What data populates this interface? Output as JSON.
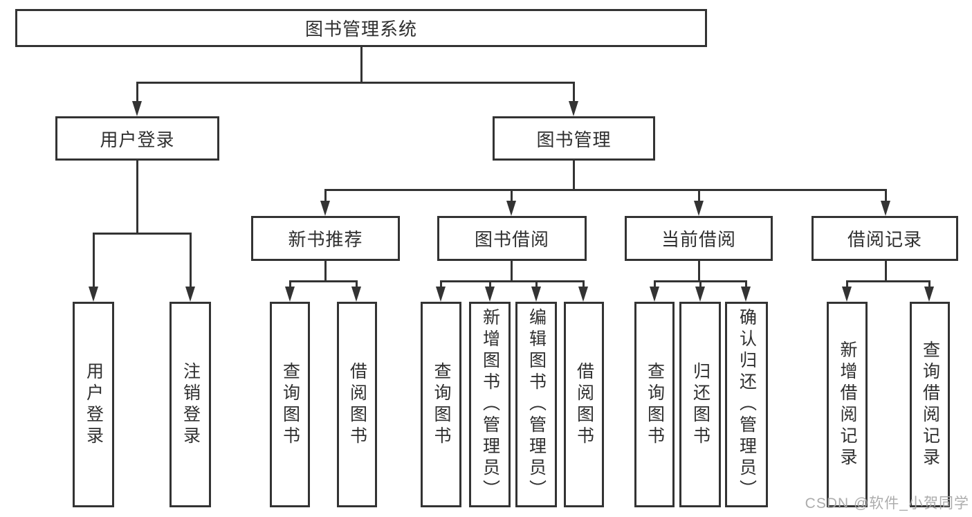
{
  "tree": {
    "root": {
      "label": "图书管理系统"
    },
    "branches": [
      {
        "label": "用户登录",
        "children": [
          {
            "label": "用户登录"
          },
          {
            "label": "注销登录"
          }
        ]
      },
      {
        "label": "图书管理",
        "groups": [
          {
            "label": "新书推荐",
            "children": [
              {
                "label": "查询图书"
              },
              {
                "label": "借阅图书"
              }
            ]
          },
          {
            "label": "图书借阅",
            "children": [
              {
                "label": "查询图书"
              },
              {
                "label": "新增图书（管理员）"
              },
              {
                "label": "编辑图书（管理员）"
              },
              {
                "label": "借阅图书"
              }
            ]
          },
          {
            "label": "当前借阅",
            "children": [
              {
                "label": "查询图书"
              },
              {
                "label": "归还图书"
              },
              {
                "label": "确认归还（管理员）"
              }
            ]
          },
          {
            "label": "借阅记录",
            "children": [
              {
                "label": "新增借阅记录"
              },
              {
                "label": "查询借阅记录"
              }
            ]
          }
        ]
      }
    ]
  },
  "watermark": {
    "text": "CSDN @软件_小贺同学"
  },
  "colors": {
    "line": "#333333",
    "text": "#2f2f2f",
    "background": "#ffffff",
    "watermark": "#a8a8a8"
  }
}
